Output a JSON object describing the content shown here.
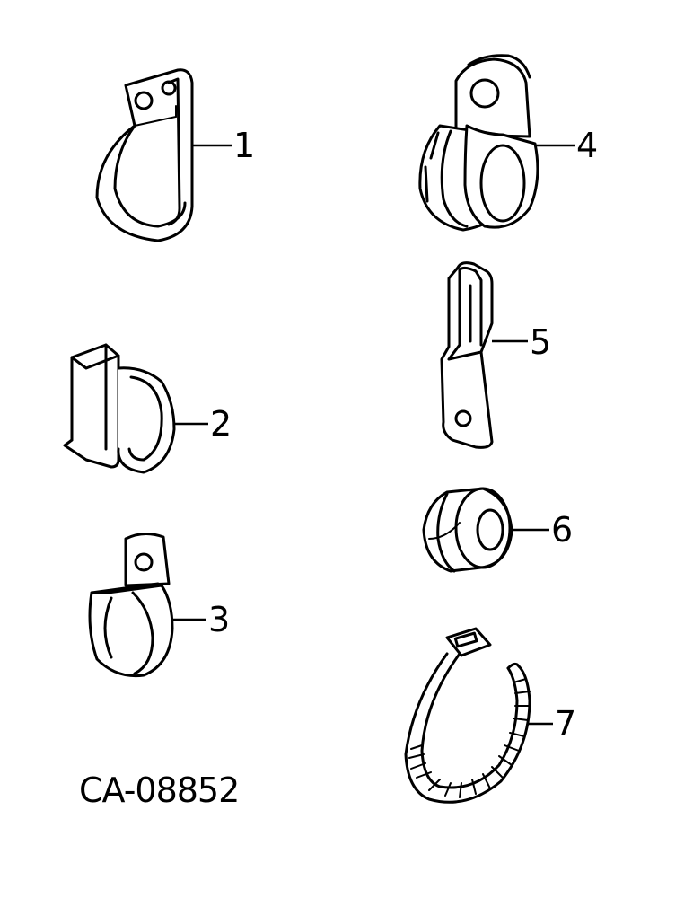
{
  "diagram": {
    "drawing_number": "CA-08852",
    "callouts": {
      "c1": "1",
      "c2": "2",
      "c3": "3",
      "c4": "4",
      "c5": "5",
      "c6": "6",
      "c7": "7"
    },
    "parts": [
      {
        "id": "c1",
        "icon": "single-tab-loop-clamp-icon"
      },
      {
        "id": "c2",
        "icon": "spring-clip-clamp-icon"
      },
      {
        "id": "c3",
        "icon": "band-clamp-icon"
      },
      {
        "id": "c4",
        "icon": "cushioned-loop-clamp-icon"
      },
      {
        "id": "c5",
        "icon": "edge-clip-bracket-icon"
      },
      {
        "id": "c6",
        "icon": "grommet-icon"
      },
      {
        "id": "c7",
        "icon": "cable-tie-icon"
      }
    ]
  }
}
